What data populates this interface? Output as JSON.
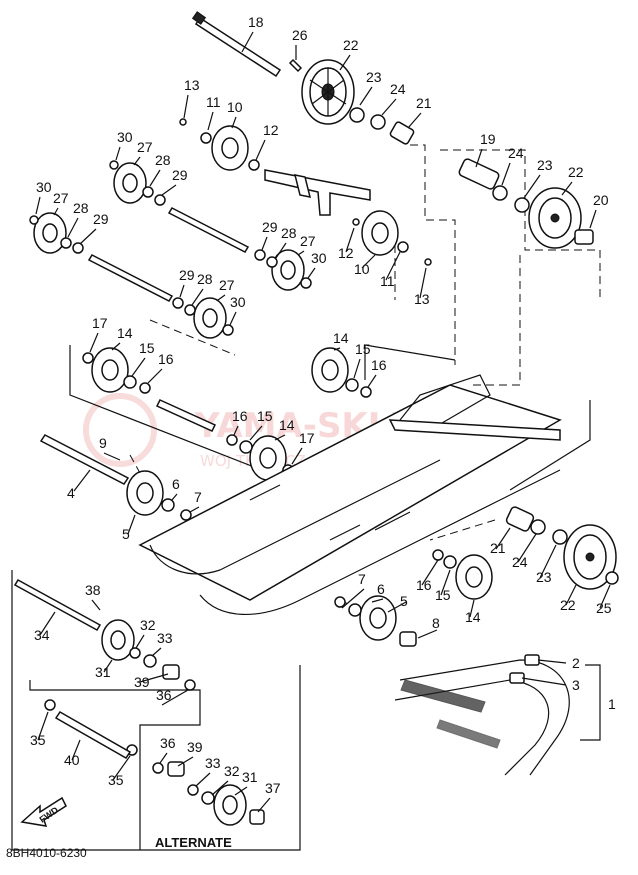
{
  "watermark": {
    "main": "YAMA-SKLEP.PL",
    "sub": "WOJ TKOWICZ DEALER YAMAHA"
  },
  "diagram_code": "8BH4010-6230",
  "alternate_label": "ALTERNATE",
  "fwd_label": "FWD",
  "callouts": [
    {
      "id": "c18",
      "text": "18"
    },
    {
      "id": "c26",
      "text": "26"
    },
    {
      "id": "c22a",
      "text": "22"
    },
    {
      "id": "c13a",
      "text": "13"
    },
    {
      "id": "c11a",
      "text": "11"
    },
    {
      "id": "c10a",
      "text": "10"
    },
    {
      "id": "c23a",
      "text": "23"
    },
    {
      "id": "c24a",
      "text": "24"
    },
    {
      "id": "c21a",
      "text": "21"
    },
    {
      "id": "c12a",
      "text": "12"
    },
    {
      "id": "c30a",
      "text": "30"
    },
    {
      "id": "c27a",
      "text": "27"
    },
    {
      "id": "c28a",
      "text": "28"
    },
    {
      "id": "c29a",
      "text": "29"
    },
    {
      "id": "c19",
      "text": "19"
    },
    {
      "id": "c24b",
      "text": "24"
    },
    {
      "id": "c23b",
      "text": "23"
    },
    {
      "id": "c22b",
      "text": "22"
    },
    {
      "id": "c20",
      "text": "20"
    },
    {
      "id": "c30b",
      "text": "30"
    },
    {
      "id": "c27b",
      "text": "27"
    },
    {
      "id": "c28b",
      "text": "28"
    },
    {
      "id": "c29b",
      "text": "29"
    },
    {
      "id": "c29c",
      "text": "29"
    },
    {
      "id": "c28c",
      "text": "28"
    },
    {
      "id": "c27c",
      "text": "27"
    },
    {
      "id": "c30c",
      "text": "30"
    },
    {
      "id": "c12b",
      "text": "12"
    },
    {
      "id": "c10b",
      "text": "10"
    },
    {
      "id": "c11b",
      "text": "11"
    },
    {
      "id": "c13b",
      "text": "13"
    },
    {
      "id": "c29d",
      "text": "29"
    },
    {
      "id": "c28d",
      "text": "28"
    },
    {
      "id": "c27d",
      "text": "27"
    },
    {
      "id": "c30d",
      "text": "30"
    },
    {
      "id": "c17a",
      "text": "17"
    },
    {
      "id": "c14a",
      "text": "14"
    },
    {
      "id": "c15a",
      "text": "15"
    },
    {
      "id": "c16a",
      "text": "16"
    },
    {
      "id": "c14b",
      "text": "14"
    },
    {
      "id": "c15b",
      "text": "15"
    },
    {
      "id": "c16b",
      "text": "16"
    },
    {
      "id": "c16c",
      "text": "16"
    },
    {
      "id": "c15c",
      "text": "15"
    },
    {
      "id": "c14c",
      "text": "14"
    },
    {
      "id": "c17b",
      "text": "17"
    },
    {
      "id": "c9",
      "text": "9"
    },
    {
      "id": "c4",
      "text": "4"
    },
    {
      "id": "c6a",
      "text": "6"
    },
    {
      "id": "c7a",
      "text": "7"
    },
    {
      "id": "c5a",
      "text": "5"
    },
    {
      "id": "c21b",
      "text": "21"
    },
    {
      "id": "c24c",
      "text": "24"
    },
    {
      "id": "c23c",
      "text": "23"
    },
    {
      "id": "c22c",
      "text": "22"
    },
    {
      "id": "c25",
      "text": "25"
    },
    {
      "id": "c16d",
      "text": "16"
    },
    {
      "id": "c15d",
      "text": "15"
    },
    {
      "id": "c14d",
      "text": "14"
    },
    {
      "id": "c7b",
      "text": "7"
    },
    {
      "id": "c6b",
      "text": "6"
    },
    {
      "id": "c5b",
      "text": "5"
    },
    {
      "id": "c8",
      "text": "8"
    },
    {
      "id": "c38",
      "text": "38"
    },
    {
      "id": "c34",
      "text": "34"
    },
    {
      "id": "c32a",
      "text": "32"
    },
    {
      "id": "c33a",
      "text": "33"
    },
    {
      "id": "c31a",
      "text": "31"
    },
    {
      "id": "c39a",
      "text": "39"
    },
    {
      "id": "c36a",
      "text": "36"
    },
    {
      "id": "c35a",
      "text": "35"
    },
    {
      "id": "c40",
      "text": "40"
    },
    {
      "id": "c35b",
      "text": "35"
    },
    {
      "id": "c36b",
      "text": "36"
    },
    {
      "id": "c39b",
      "text": "39"
    },
    {
      "id": "c33b",
      "text": "33"
    },
    {
      "id": "c32b",
      "text": "32"
    },
    {
      "id": "c31b",
      "text": "31"
    },
    {
      "id": "c37",
      "text": "37"
    },
    {
      "id": "c2",
      "text": "2"
    },
    {
      "id": "c3",
      "text": "3"
    },
    {
      "id": "c1",
      "text": "1"
    }
  ]
}
